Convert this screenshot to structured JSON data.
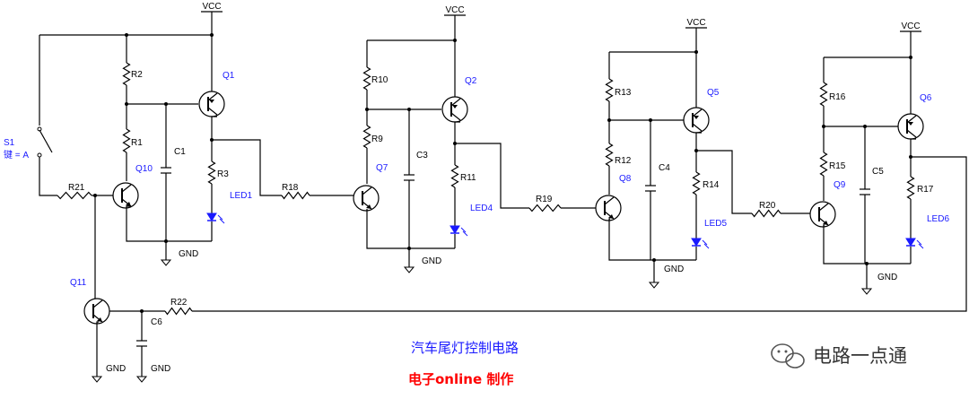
{
  "title": "汽车尾灯控制电路",
  "author": "电子online 制作",
  "watermark": "电路一点通",
  "supply_label": "VCC",
  "ground_label": "GND",
  "switch": {
    "name": "S1",
    "key": "键 = A"
  },
  "transistors": [
    "Q1",
    "Q2",
    "Q5",
    "Q6",
    "Q10",
    "Q7",
    "Q8",
    "Q9",
    "Q11"
  ],
  "resistors": [
    "R2",
    "R1",
    "R3",
    "R10",
    "R9",
    "R11",
    "R13",
    "R12",
    "R14",
    "R16",
    "R15",
    "R17",
    "R21",
    "R18",
    "R19",
    "R20",
    "R22"
  ],
  "capacitors": [
    "C1",
    "C3",
    "C4",
    "C5",
    "C6"
  ],
  "leds": [
    "LED1",
    "LED4",
    "LED5",
    "LED6"
  ],
  "colors": {
    "wire": "#000000",
    "label_blue": "#1a1aff",
    "led_blue": "#1a1aff",
    "author_red": "#ff0000"
  }
}
